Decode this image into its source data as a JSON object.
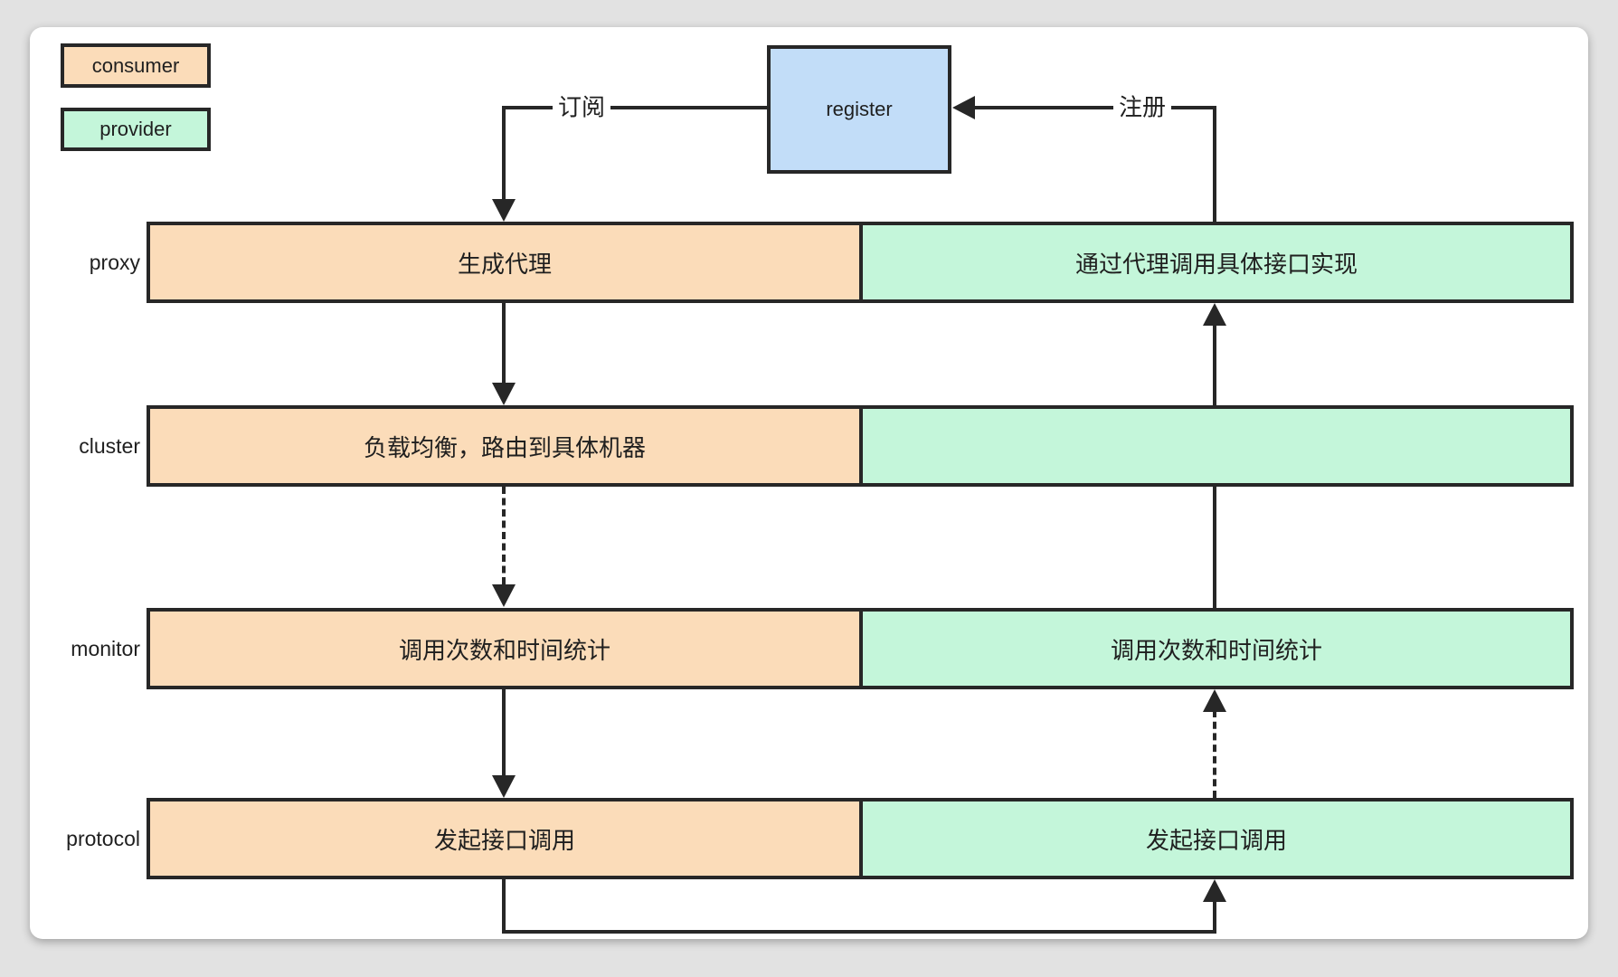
{
  "legend": {
    "consumer_label": "consumer",
    "provider_label": "provider"
  },
  "register_box": {
    "label": "register"
  },
  "edge_labels": {
    "subscribe": "订阅",
    "register": "注册"
  },
  "rows": [
    {
      "label": "proxy",
      "consumer_text": "生成代理",
      "provider_text": "通过代理调用具体接口实现"
    },
    {
      "label": "cluster",
      "consumer_text": "负载均衡，路由到具体机器",
      "provider_text": ""
    },
    {
      "label": "monitor",
      "consumer_text": "调用次数和时间统计",
      "provider_text": "调用次数和时间统计"
    },
    {
      "label": "protocol",
      "consumer_text": "发起接口调用",
      "provider_text": "发起接口调用"
    }
  ],
  "colors": {
    "consumer_fill": "#FBDCB9",
    "provider_fill": "#C4F6DA",
    "register_fill": "#C2DDF8",
    "line": "#272727",
    "text": "#1f1f1f"
  }
}
